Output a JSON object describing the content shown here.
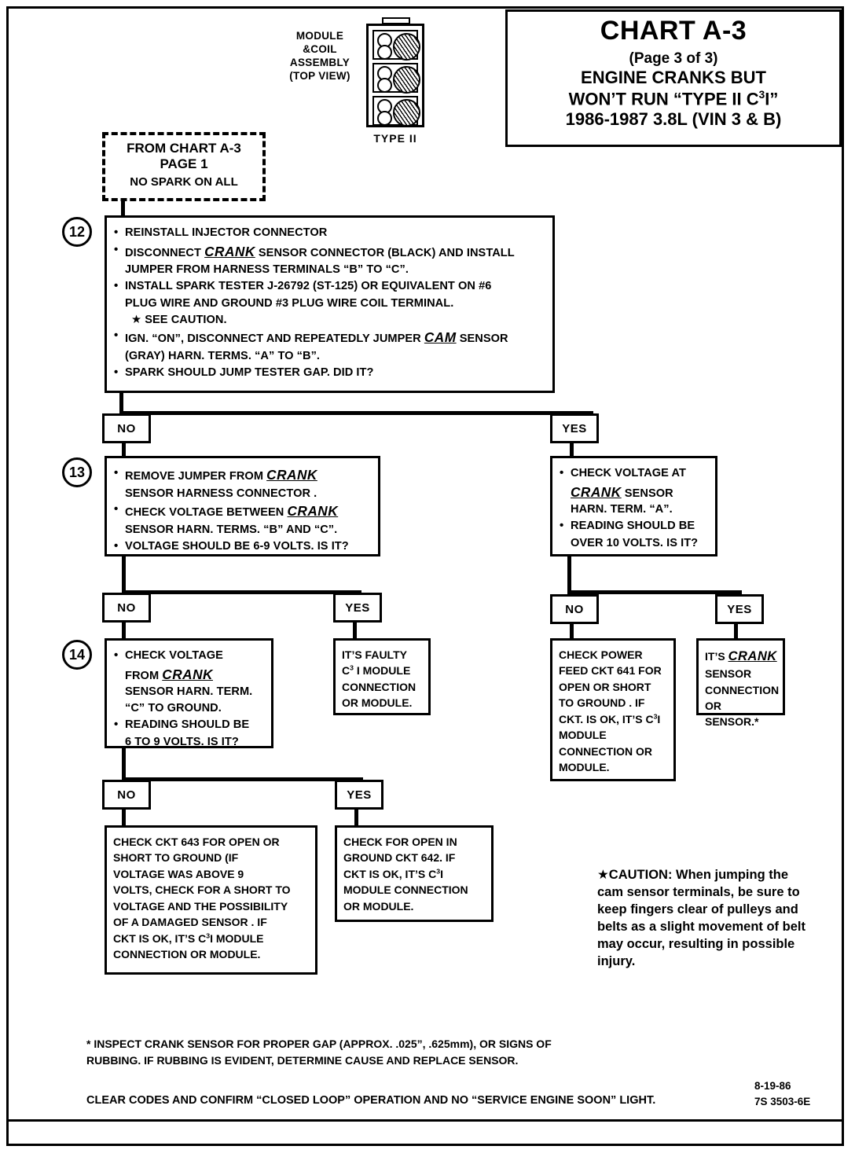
{
  "title": {
    "chart": "CHART A-3",
    "page": "(Page 3 of 3)",
    "line1": "ENGINE CRANKS BUT",
    "line2_a": "WON’T RUN “TYPE II C",
    "line2_sup": "3",
    "line2_b": "I”",
    "line3": "1986-1987  3.8L  (VIN 3 & B)"
  },
  "illustration": {
    "label_l1": "MODULE",
    "label_l2": "&COIL",
    "label_l3": "ASSEMBLY",
    "label_l4": "(TOP VIEW)",
    "caption": "TYPE  II"
  },
  "entry": {
    "line1": "FROM CHART A-3",
    "line2": "PAGE 1",
    "line3": "NO SPARK ON ALL"
  },
  "steps": {
    "s12": {
      "number": "12",
      "b1": "REINSTALL INJECTOR CONNECTOR",
      "b2_pre": "DISCONNECT ",
      "b2_em": "CRANK",
      "b2_post": " SENSOR CONNECTOR (BLACK) AND INSTALL",
      "b2_cont": "JUMPER FROM HARNESS TERMINALS “B” TO “C”.",
      "b3": "INSTALL SPARK TESTER J-26792 (ST-125) OR EQUIVALENT ON  #6",
      "b3_cont": "PLUG WIRE AND GROUND #3 PLUG WIRE COIL TERMINAL.",
      "b3_star": "★ SEE CAUTION.",
      "b4_pre": "IGN. “ON”, DISCONNECT AND REPEATEDLY JUMPER ",
      "b4_em": "CAM",
      "b4_post": " SENSOR",
      "b4_cont": "(GRAY) HARN. TERMS. “A” TO “B”.",
      "b5": "SPARK SHOULD JUMP TESTER GAP.  DID IT?"
    },
    "s13": {
      "number": "13",
      "b1_pre": "REMOVE JUMPER FROM ",
      "b1_em": "CRANK",
      "b1_cont": "SENSOR HARNESS CONNECTOR .",
      "b2_pre": "CHECK VOLTAGE BETWEEN ",
      "b2_em": "CRANK",
      "b2_cont": "SENSOR HARN. TERMS. “B” AND “C”.",
      "b3": "VOLTAGE SHOULD BE 6-9 VOLTS.  IS IT?"
    },
    "s14": {
      "number": "14",
      "b1": "CHECK VOLTAGE",
      "b1_c1_pre": "FROM ",
      "b1_c1_em": "CRANK",
      "b1_c2": "SENSOR HARN. TERM.",
      "b1_c3": "“C” TO GROUND.",
      "b2": "READING SHOULD BE",
      "b2_cont": "6 TO 9 VOLTS.  IS IT?"
    }
  },
  "right_branch": {
    "check_voltage": {
      "b1": "CHECK VOLTAGE AT",
      "b1_em": "CRANK",
      "b1_post": " SENSOR",
      "b1_cont": "HARN. TERM. “A”.",
      "b2": "READING SHOULD BE",
      "b2_cont": "OVER 10 VOLTS.  IS IT?"
    },
    "power_feed": {
      "l1": "CHECK POWER",
      "l2": "FEED CKT 641 FOR",
      "l3": "OPEN OR SHORT",
      "l4": "TO GROUND .  IF",
      "l5_a": "CKT. IS OK, IT’S C",
      "l5_sup": "3",
      "l5_b": "I",
      "l6": "MODULE",
      "l7": "CONNECTION OR",
      "l8": "MODULE."
    },
    "crank_sensor": {
      "l1_pre": "IT’S ",
      "l1_em": "CRANK",
      "l2": "SENSOR",
      "l3": "CONNECTION",
      "l4": "OR SENSOR.*"
    }
  },
  "terminals": {
    "faulty_module": {
      "l1": "IT’S FAULTY",
      "l2_a": "C",
      "l2_sup": "3",
      "l2_b": " I MODULE",
      "l3": "CONNECTION",
      "l4": "OR MODULE."
    },
    "ckt643": {
      "l1": "CHECK CKT 643 FOR OPEN OR",
      "l2": "SHORT TO GROUND (IF",
      "l3": "VOLTAGE WAS ABOVE 9",
      "l4": "VOLTS, CHECK FOR A SHORT TO",
      "l5": "VOLTAGE AND THE POSSIBILITY",
      "l6": "OF A DAMAGED SENSOR .  IF",
      "l7_a": "CKT IS OK, IT’S  C",
      "l7_sup": "3",
      "l7_b": "I MODULE",
      "l8": "CONNECTION OR MODULE."
    },
    "ckt642": {
      "l1": "CHECK FOR OPEN IN",
      "l2": "GROUND CKT 642.  IF",
      "l3_a": "CKT IS OK, IT’S C",
      "l3_sup": "3",
      "l3_b": "I",
      "l4": "MODULE CONNECTION",
      "l5": "OR MODULE."
    }
  },
  "branch_labels": {
    "no": "NO",
    "yes": "YES"
  },
  "caution": {
    "text": "★CAUTION:  When jumping the cam sensor terminals, be sure to keep fingers clear of pulleys and belts as a slight movement of belt may occur, resulting in possible injury."
  },
  "footnotes": {
    "star_line1": "*      INSPECT CRANK SENSOR FOR PROPER GAP (APPROX. .025”, .625mm), OR SIGNS OF",
    "star_line2": "RUBBING.  IF RUBBING IS EVIDENT, DETERMINE CAUSE AND REPLACE SENSOR.",
    "bottom": "CLEAR CODES AND CONFIRM “CLOSED LOOP”  OPERATION AND NO “SERVICE ENGINE SOON” LIGHT.",
    "date": "8-19-86",
    "doc": "7S 3503-6E"
  }
}
